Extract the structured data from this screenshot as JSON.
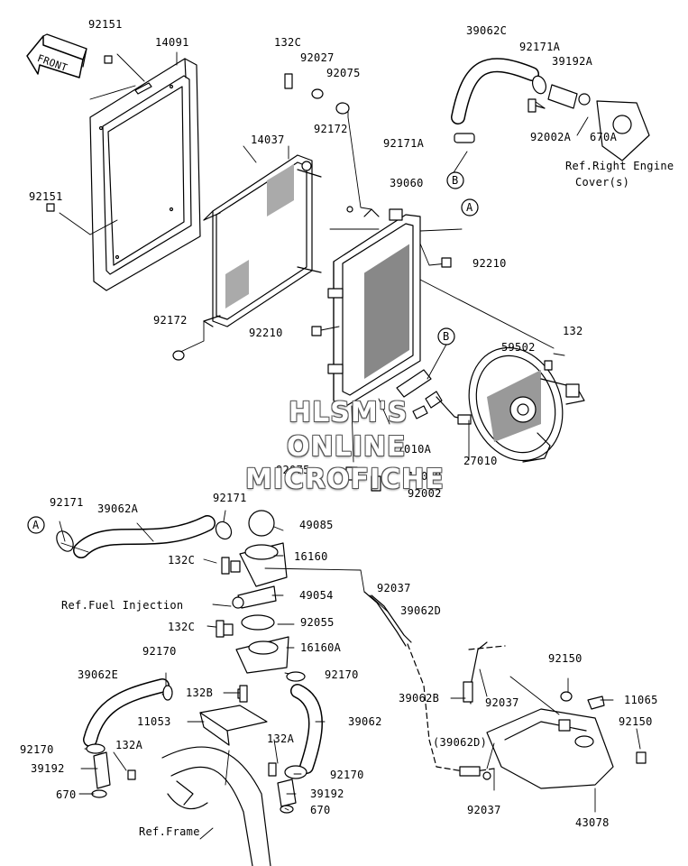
{
  "front_label": "FRONT",
  "callouts": {
    "a": "A",
    "b": "B"
  },
  "parts": {
    "p92151_top": "92151",
    "p14091": "14091",
    "p132c_top": "132C",
    "p92027": "92027",
    "p92075_top": "92075",
    "p39062c": "39062C",
    "p92171a_top": "92171A",
    "p39192a": "39192A",
    "p92171a": "92171A",
    "p92002a": "92002A",
    "p670a": "670A",
    "p14037": "14037",
    "p92172_top": "92172",
    "p39060": "39060",
    "p92151_left": "92151",
    "p92210_right": "92210",
    "p92172_bottom": "92172",
    "p92210_left": "92210",
    "p132_right": "132",
    "p59502": "59502",
    "p27010a": "27010A",
    "p27010": "27010",
    "p92075_bottom": "92075",
    "p11060": "11060",
    "p92002": "92002",
    "p92171_left": "92171",
    "p39062a": "39062A",
    "p92171_mid": "92171",
    "p49085": "49085",
    "p16160": "16160",
    "p132c_mid": "132C",
    "p92037_top": "92037",
    "p49054": "49054",
    "p39062d": "39062D",
    "p132c_low": "132C",
    "p92055": "92055",
    "p16160a": "16160A",
    "p92170_left": "92170",
    "p92170_right": "92170",
    "p39062e": "39062E",
    "p132b": "132B",
    "p39062b": "39062B",
    "p92037_mid": "92037",
    "p92150_top": "92150",
    "p11065": "11065",
    "p11053": "11053",
    "p39062": "39062",
    "p92150_right": "92150",
    "p92170_bl": "92170",
    "p132a_left": "132A",
    "p39192_left": "39192",
    "p670_left": "670",
    "p132a_mid": "132A",
    "p92170_low": "92170",
    "p39062d_paren": "(39062D)",
    "p39192_mid": "39192",
    "p670_mid": "670",
    "p92037_bottom": "92037",
    "p43078": "43078"
  },
  "references": {
    "engine_cover_line1": "Ref.Right Engine",
    "engine_cover_line2": "Cover(s)",
    "fuel_injection": "Ref.Fuel Injection",
    "frame": "Ref.Frame"
  },
  "watermark": {
    "line1": "HLSM'S",
    "line2": "ONLINE",
    "line3": "MICROFICHE"
  }
}
